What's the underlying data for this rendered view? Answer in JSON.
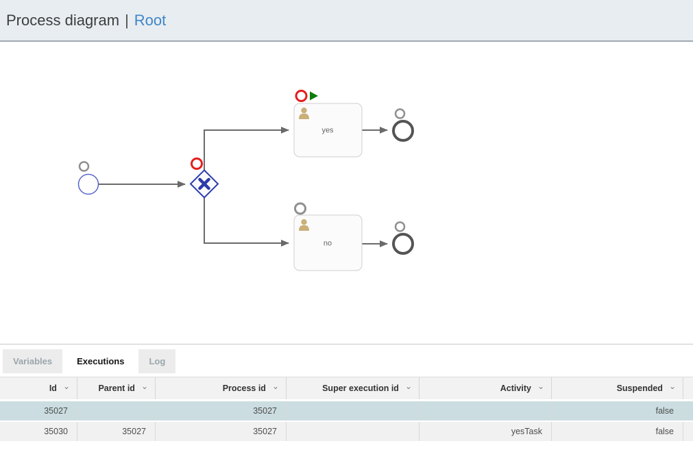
{
  "header": {
    "title": "Process diagram",
    "separator": "|",
    "link_label": "Root"
  },
  "diagram": {
    "task_labels": [
      "yes",
      "no"
    ],
    "node_types": {
      "start": "start-event",
      "gateway": "exclusive-gateway",
      "task_yes": "user-task",
      "task_no": "user-task",
      "end_yes": "end-event",
      "end_no": "end-event"
    },
    "markers": {
      "gateway_breakpoint": "active",
      "task_yes_breakpoint": "active",
      "task_yes_continue": true,
      "task_no_breakpoint": "inactive"
    }
  },
  "tabs": [
    {
      "label": "Variables",
      "active": false
    },
    {
      "label": "Executions",
      "active": true
    },
    {
      "label": "Log",
      "active": false
    }
  ],
  "table": {
    "columns": [
      "Id",
      "Parent id",
      "Process id",
      "Super execution id",
      "Activity",
      "Suspended"
    ],
    "rows": [
      {
        "cells": [
          "35027",
          "",
          "35027",
          "",
          "",
          "false"
        ],
        "selected": true
      },
      {
        "cells": [
          "35030",
          "35027",
          "35027",
          "",
          "yesTask",
          "false"
        ],
        "selected": false
      }
    ]
  },
  "icons": {
    "sort_chevron": "⌄",
    "breakpoint_active": "red-circle",
    "breakpoint_inactive": "gray-circle",
    "continue": "green-play-triangle",
    "user_task": "person-silhouette"
  },
  "colors": {
    "header_bg": "#e8edf1",
    "link_blue": "#3e86c8",
    "breakpoint_red": "#e51c1c",
    "continue_green": "#0b7d0b",
    "gateway_blue": "#2d3cb0",
    "start_event_blue": "#5565c8",
    "end_event_gray": "#545454",
    "selected_row_bg": "#cbdde1",
    "row_bg": "#f1f1f1",
    "user_icon_tan": "#c9b078"
  }
}
